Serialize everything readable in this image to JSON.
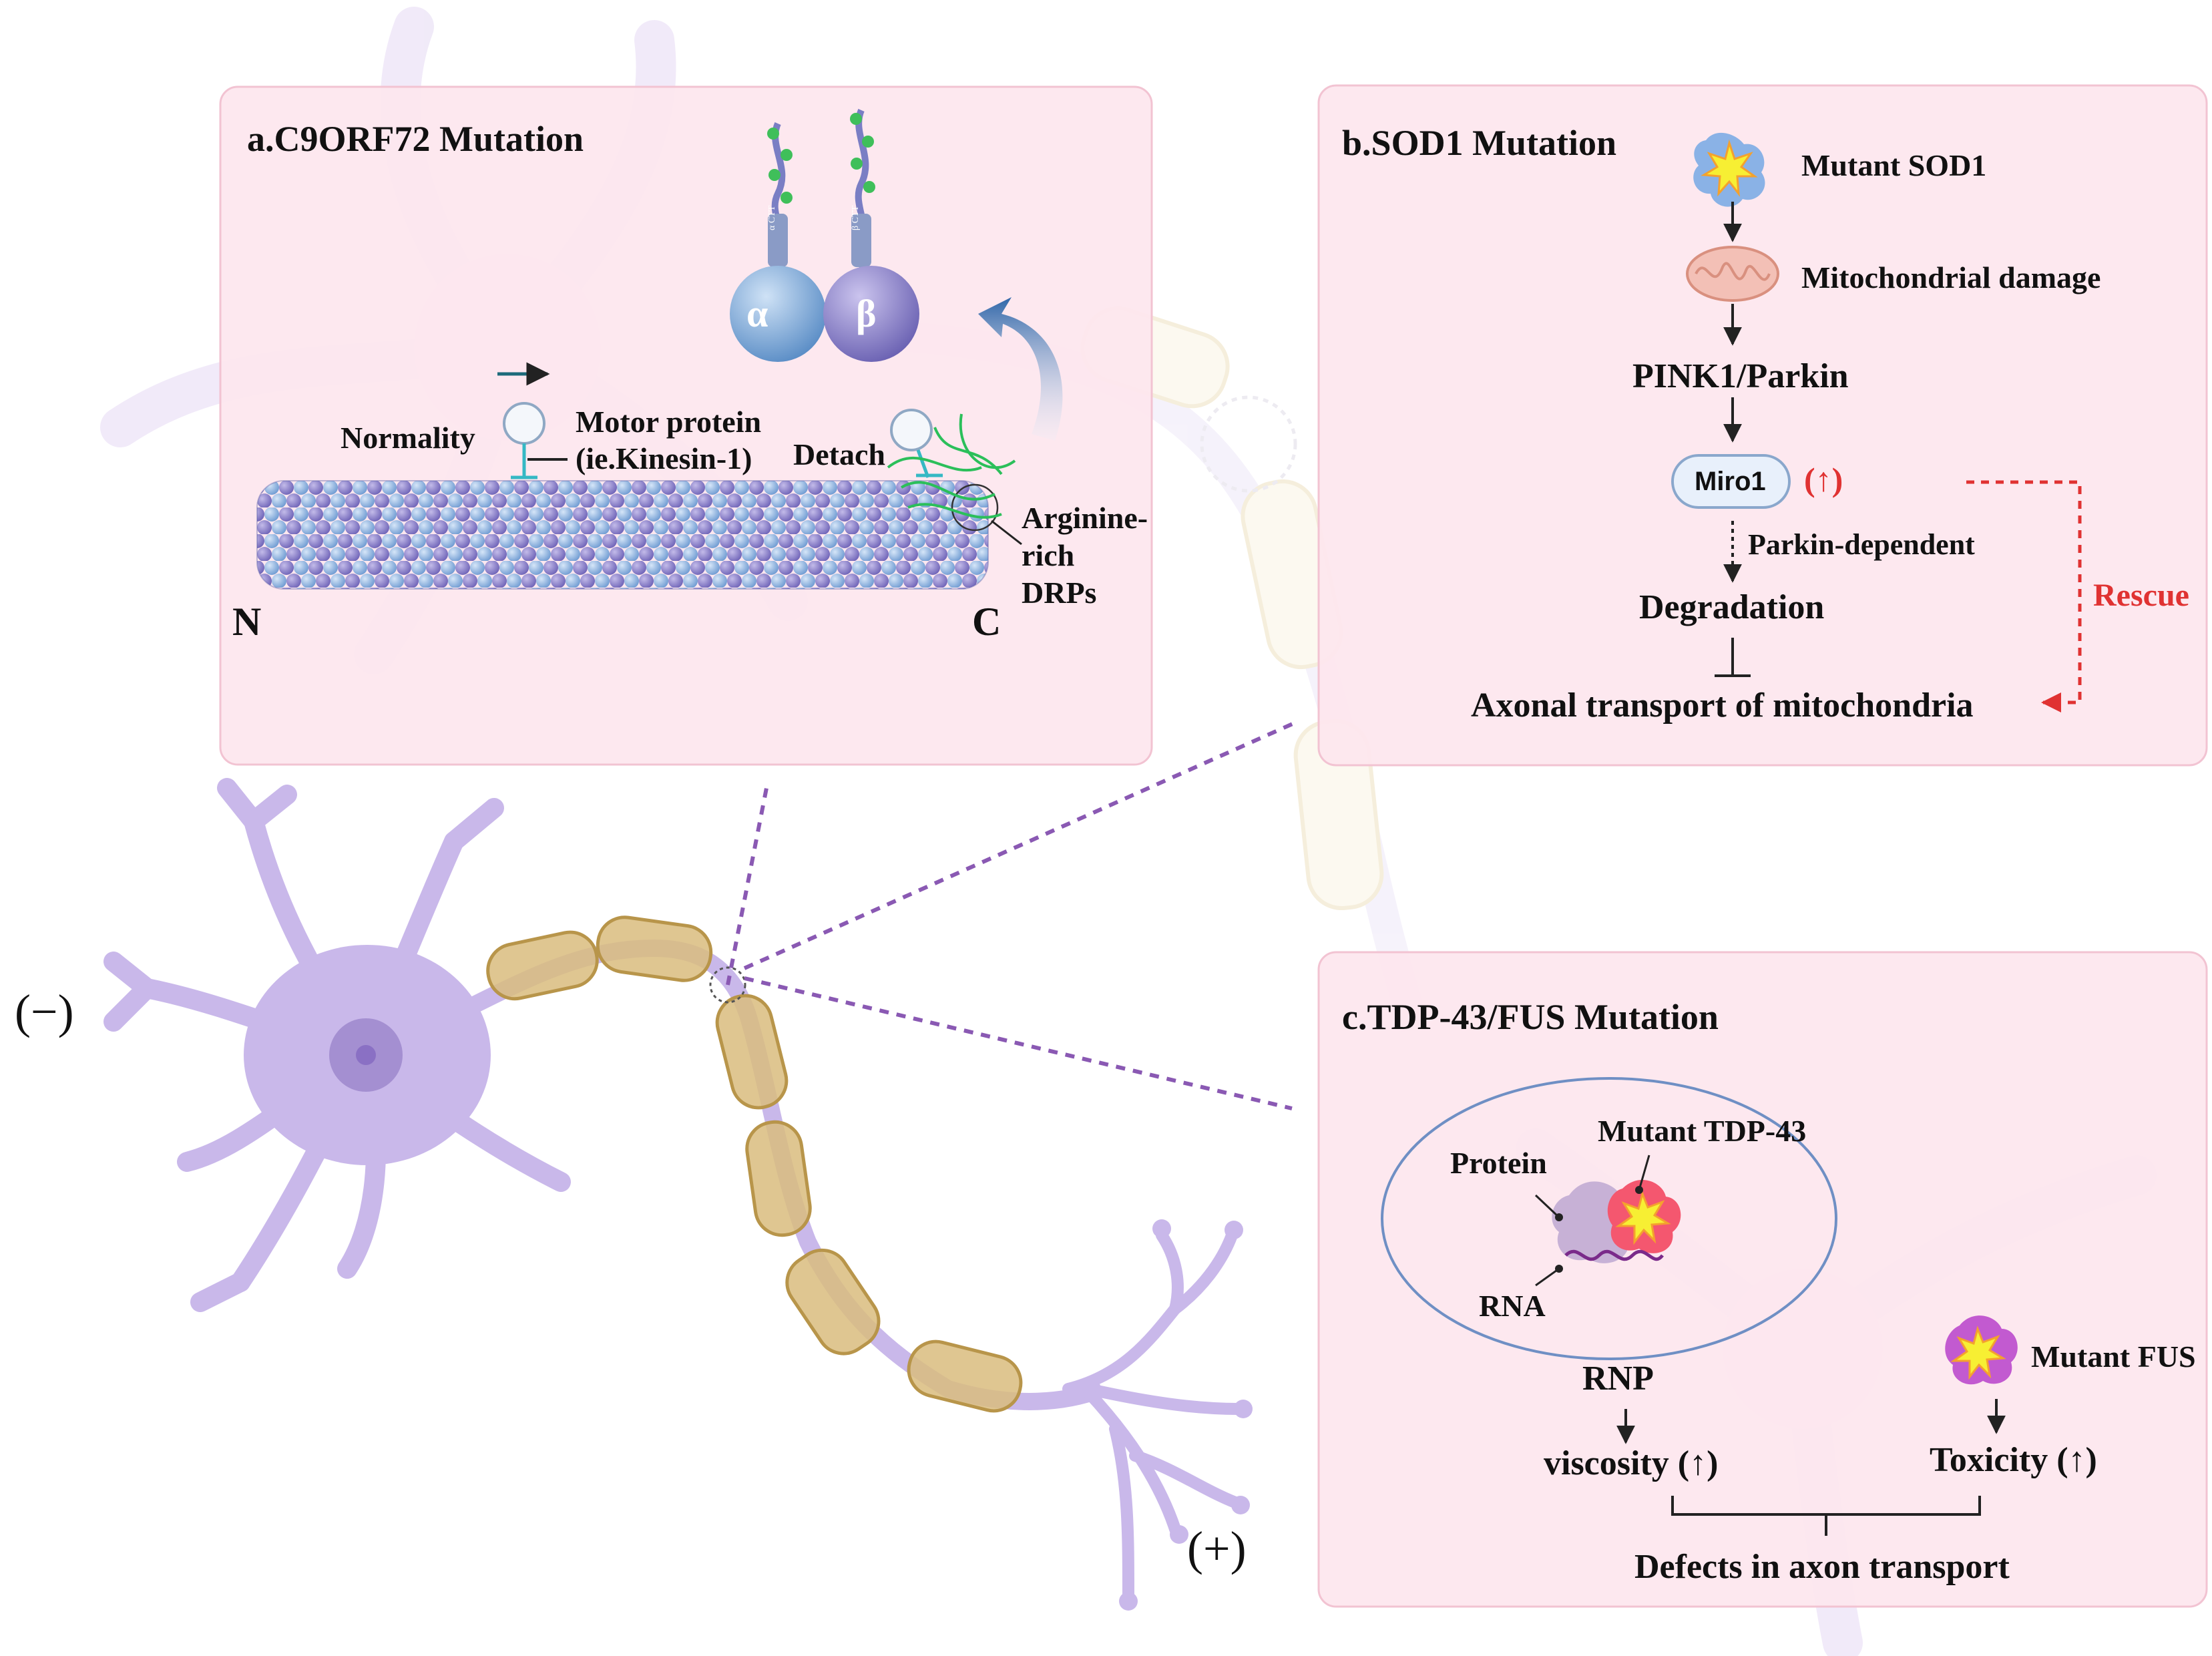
{
  "panel_a": {
    "title": "a.C9ORF72 Mutation",
    "alpha": "α",
    "beta": "β",
    "alpha_tail": "α CTT",
    "beta_tail": "β CTT",
    "normality": "Normality",
    "motor_protein_line1": "Motor protein",
    "motor_protein_line2": "(ie.Kinesin-1)",
    "detach": "Detach",
    "drps_line1": "Arginine-",
    "drps_line2": "rich",
    "drps_line3": "DRPs",
    "n_end": "N",
    "c_end": "C"
  },
  "panel_b": {
    "title": "b.SOD1 Mutation",
    "mutant_sod1": "Mutant SOD1",
    "mito_damage": "Mitochondrial damage",
    "pink1_parkin": "PINK1/Parkin",
    "miro1": "Miro1",
    "miro1_arrow": "(↑)",
    "parkin_dependent": "Parkin-dependent",
    "degradation": "Degradation",
    "axonal_transport": "Axonal transport of mitochondria",
    "rescue": "Rescue"
  },
  "panel_c": {
    "title": "c.TDP-43/FUS Mutation",
    "mutant_tdp43": "Mutant TDP-43",
    "protein": "Protein",
    "rna": "RNA",
    "mutant_fus": "Mutant FUS",
    "rnp": "RNP",
    "viscosity": "viscosity (↑)",
    "toxicity": "Toxicity (↑)",
    "defects": "Defects in axon transport"
  },
  "neuron": {
    "minus": "(−)",
    "plus": "(+)"
  },
  "colors": {
    "panel_fill": "#fde6ee",
    "panel_border": "#f2c3d2",
    "neuron": "#c9b8ea",
    "myelin": "#d9bc7e",
    "myelin_border": "#b8954a",
    "dashed_connector": "#8a59b3",
    "rescue": "#e03232",
    "miro_fill": "#e8f0fb",
    "microtubule_light": "#8fb4e0",
    "microtubule_dark": "#8a7cc7"
  }
}
